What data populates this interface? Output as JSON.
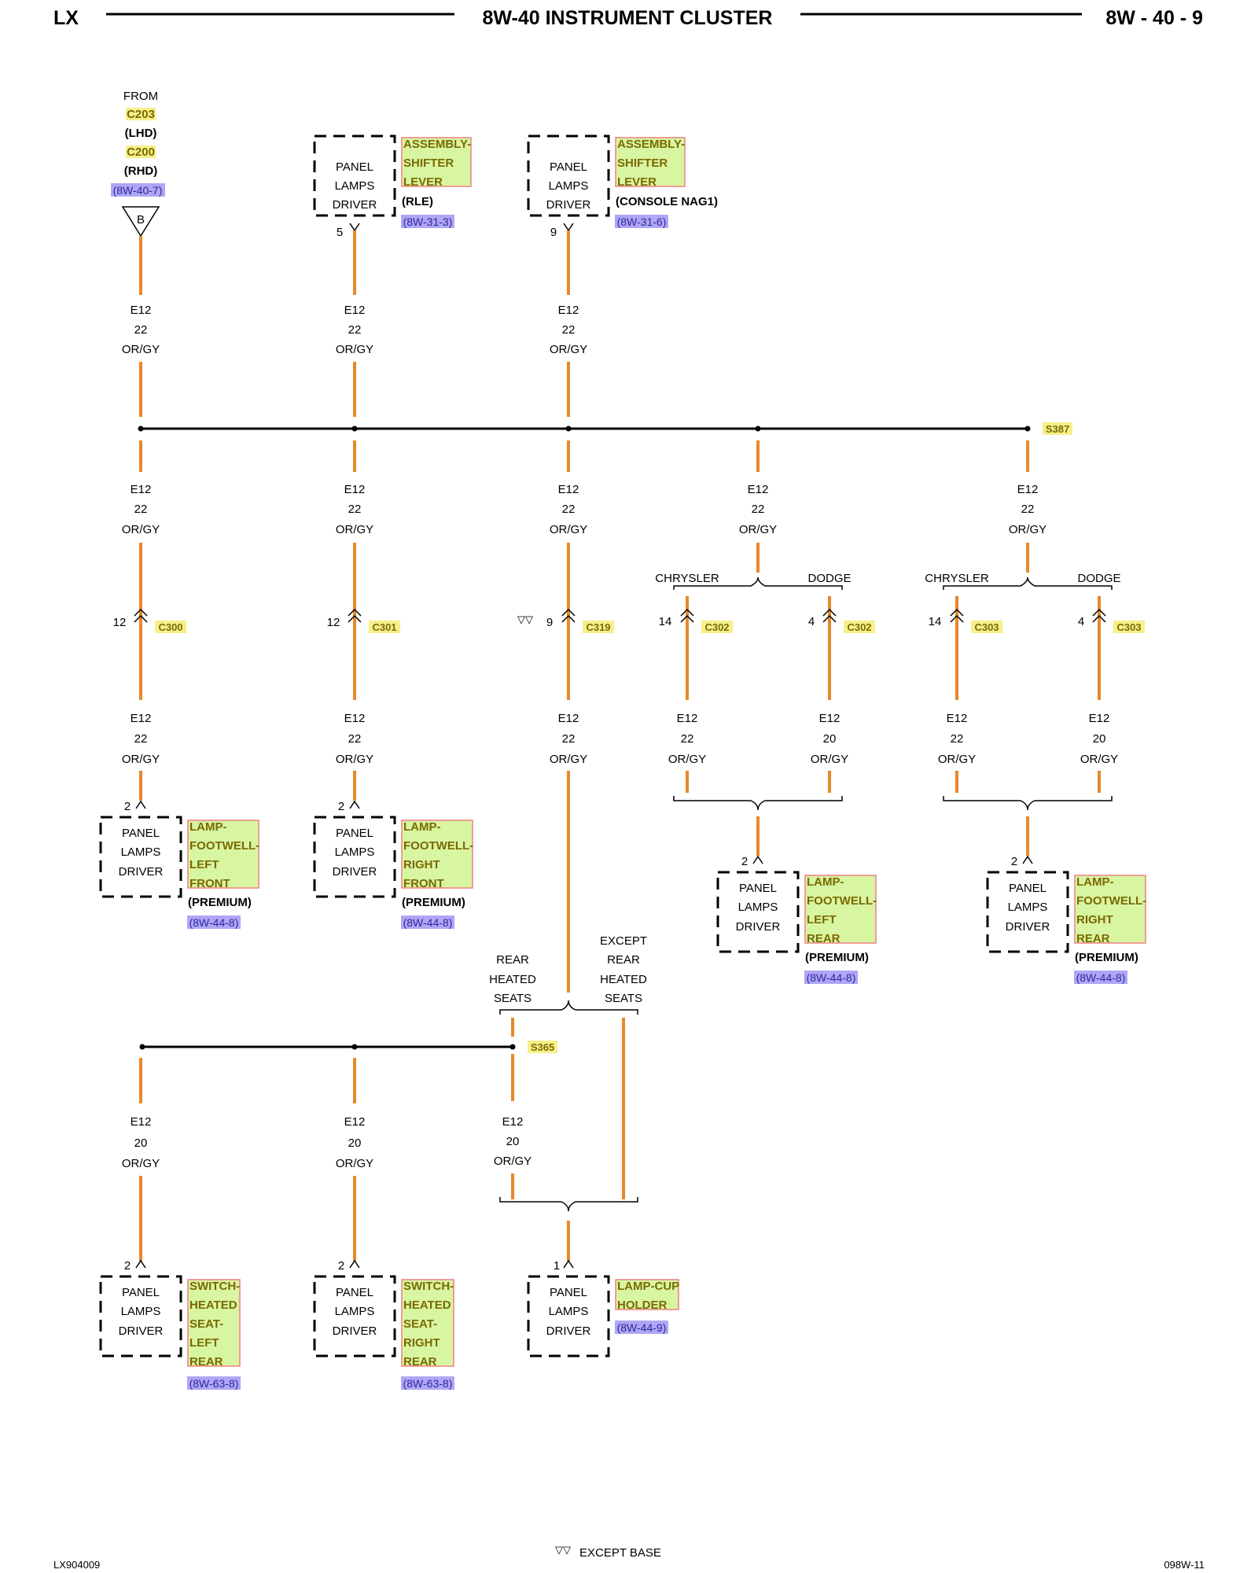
{
  "header": {
    "left": "LX",
    "title": "8W-40 INSTRUMENT CLUSTER",
    "right": "8W - 40 - 9"
  },
  "footer": {
    "left": "LX904009",
    "right": "098W-11",
    "legend_text": "EXCEPT BASE",
    "legend_symbol": "▽▽"
  },
  "source": {
    "from": "FROM",
    "c1": "C203",
    "c1_note": "(LHD)",
    "c2": "C200",
    "c2_note": "(RHD)",
    "ref": "(8W-40-7)",
    "terminal": "B"
  },
  "wire": {
    "circuit": "E12",
    "color": "OR/GY"
  },
  "module": {
    "line1": "PANEL",
    "line2": "LAMPS",
    "line3": "DRIVER"
  },
  "pins": {
    "p1": "1",
    "p2": "2",
    "p4": "4",
    "p5": "5",
    "p9": "9",
    "p12": "12",
    "p14": "14"
  },
  "gauges": {
    "g20": "20",
    "g22": "22"
  },
  "splices": {
    "s387": "S387",
    "s365": "S365"
  },
  "connectors": {
    "c300": "C300",
    "c301": "C301",
    "c319": "C319",
    "c302": "C302",
    "c303": "C303"
  },
  "variants": {
    "chrysler": "CHRYSLER",
    "dodge": "DODGE",
    "rear": "REAR",
    "heated": "HEATED",
    "seats": "SEATS",
    "except": "EXCEPT"
  },
  "components": {
    "shifter_rle": {
      "lines": [
        "ASSEMBLY-",
        "SHIFTER",
        "LEVER"
      ],
      "note": "(RLE)",
      "ref": "(8W-31-3)"
    },
    "shifter_nag1": {
      "lines": [
        "ASSEMBLY-",
        "SHIFTER",
        "LEVER"
      ],
      "note": "(CONSOLE NAG1)",
      "ref": "(8W-31-6)"
    },
    "footwell_lf": {
      "lines": [
        "LAMP-",
        "FOOTWELL-",
        "LEFT",
        "FRONT"
      ],
      "note": "(PREMIUM)",
      "ref": "(8W-44-8)"
    },
    "footwell_rf": {
      "lines": [
        "LAMP-",
        "FOOTWELL-",
        "RIGHT",
        "FRONT"
      ],
      "note": "(PREMIUM)",
      "ref": "(8W-44-8)"
    },
    "footwell_lr": {
      "lines": [
        "LAMP-",
        "FOOTWELL-",
        "LEFT",
        "REAR"
      ],
      "note": "(PREMIUM)",
      "ref": "(8W-44-8)"
    },
    "footwell_rr": {
      "lines": [
        "LAMP-",
        "FOOTWELL-",
        "RIGHT",
        "REAR"
      ],
      "note": "(PREMIUM)",
      "ref": "(8W-44-8)"
    },
    "seat_lr": {
      "lines": [
        "SWITCH-",
        "HEATED",
        "SEAT-",
        "LEFT",
        "REAR"
      ],
      "ref": "(8W-63-8)"
    },
    "seat_rr": {
      "lines": [
        "SWITCH-",
        "HEATED",
        "SEAT-",
        "RIGHT",
        "REAR"
      ],
      "ref": "(8W-63-8)"
    },
    "cup_holder": {
      "lines": [
        "LAMP-CUP",
        "HOLDER"
      ],
      "ref": "(8W-44-9)"
    }
  },
  "colors": {
    "wire": "#e8882a",
    "connector_highlight": "#f5f08a",
    "component_fill": "#d8f5a2",
    "component_border": "#f08080",
    "component_text": "#7a6a00",
    "ref_fill": "#b0a6f5",
    "ref_text": "#2a2aa0"
  }
}
